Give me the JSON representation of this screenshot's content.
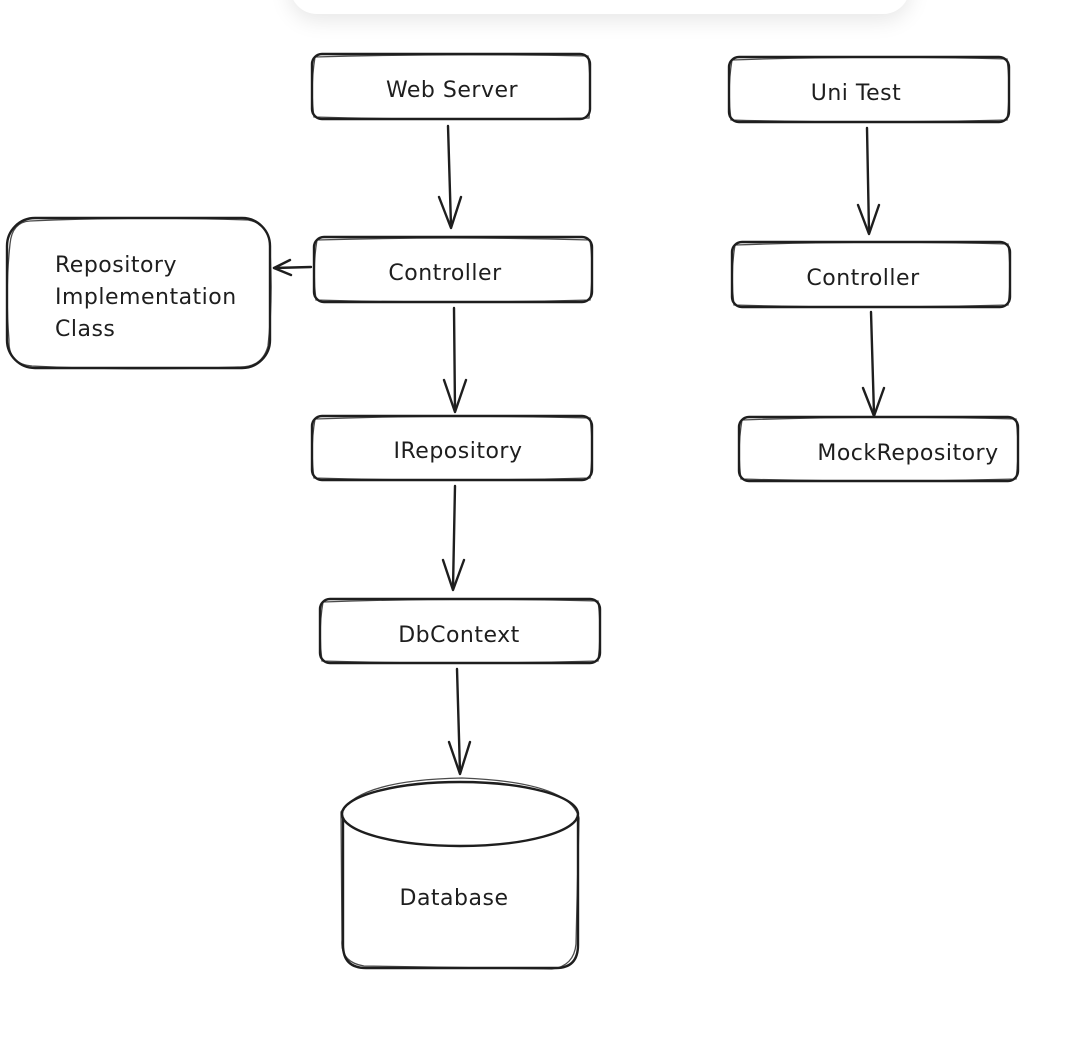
{
  "diagram": {
    "nodes": {
      "web_server": "Web Server",
      "controller_main": "Controller",
      "repo_impl_line1": "Repository",
      "repo_impl_line2": "Implementation",
      "repo_impl_line3": "Class",
      "irepository": "IRepository",
      "dbcontext": "DbContext",
      "database": "Database",
      "unit_test": "Uni Test",
      "controller_test": "Controller",
      "mock_repository": "MockRepository"
    },
    "colors": {
      "stroke": "#1e1e1e",
      "background": "#ffffff"
    }
  }
}
